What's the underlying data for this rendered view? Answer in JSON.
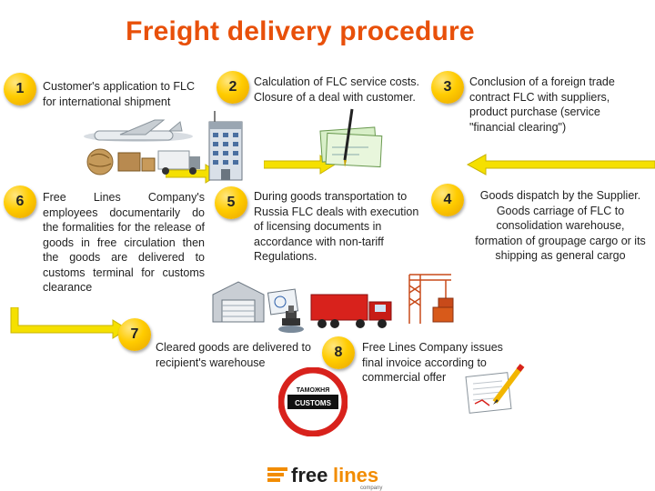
{
  "title": "Freight delivery procedure",
  "steps": [
    {
      "number": "1",
      "text": "Customer's application to FLC for international shipment"
    },
    {
      "number": "2",
      "text": "Calculation of FLC service costs. Closure of a deal with customer."
    },
    {
      "number": "3",
      "text": "Conclusion of a foreign trade contract FLC with suppliers, product purchase (service \"financial clearing\")"
    },
    {
      "number": "4",
      "text": "Goods dispatch by the Supplier. Goods carriage of FLC to consolidation warehouse, formation of groupage cargo or its shipping as general cargo"
    },
    {
      "number": "5",
      "text": "During goods transportation to Russia FLC deals with execution of licensing documents in accordance with non-tariff Regulations."
    },
    {
      "number": "6",
      "text": "Free Lines Company's employees documentarily do the formalities for the release of goods in free circulation then the goods are delivered to customs terminal for customs clearance"
    },
    {
      "number": "7",
      "text": "Cleared goods are delivered to recipient's warehouse"
    },
    {
      "number": "8",
      "text": "Free Lines Company issues final invoice according to commercial offer"
    }
  ],
  "customs_sign": {
    "top": "ТАМОЖНЯ",
    "bottom": "CUSTOMS"
  },
  "logo": {
    "part1": "free",
    "part2": "lines",
    "sub": "company"
  },
  "colors": {
    "title": "#e8500a",
    "arrow": "#f5e000",
    "circle": "#ffcc00",
    "logo_accent": "#f28c00"
  }
}
